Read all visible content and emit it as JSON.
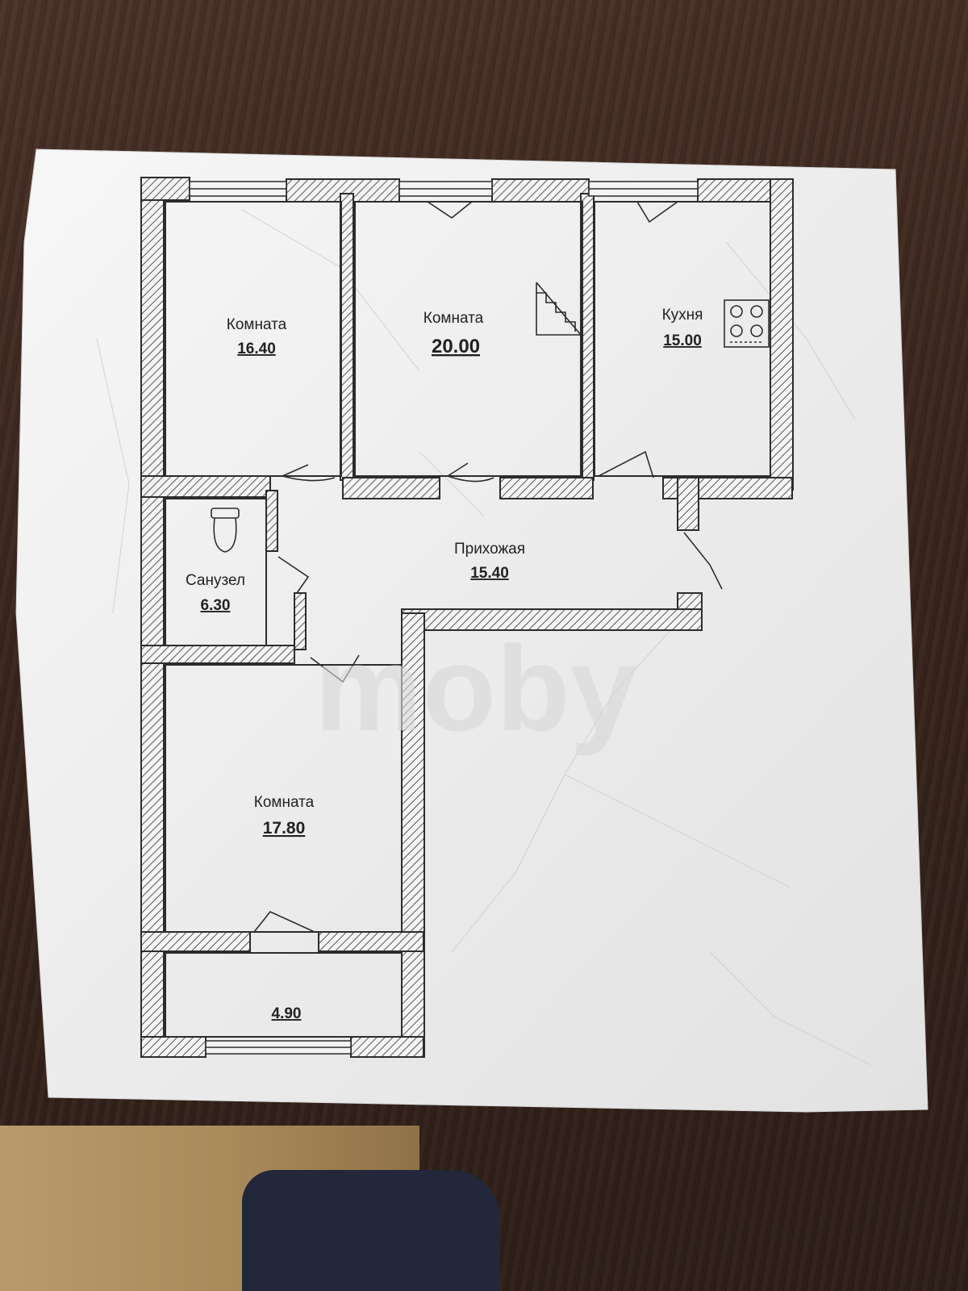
{
  "plan": {
    "rooms": [
      {
        "id": "room1",
        "name": "Комната",
        "area": "16.40"
      },
      {
        "id": "room2",
        "name": "Комната",
        "area": "20.00"
      },
      {
        "id": "kitchen",
        "name": "Кухня",
        "area": "15.00"
      },
      {
        "id": "hall",
        "name": "Прихожая",
        "area": "15.40"
      },
      {
        "id": "bath",
        "name": "Санузел",
        "area": "6.30"
      },
      {
        "id": "room3",
        "name": "Комната",
        "area": "17.80"
      },
      {
        "id": "balcony",
        "name": "",
        "area": "4.90"
      }
    ],
    "watermark": "moby",
    "colors": {
      "wall_hatch": "#2c2c2c",
      "paper": "#f4f4f4",
      "text": "#222222"
    }
  }
}
